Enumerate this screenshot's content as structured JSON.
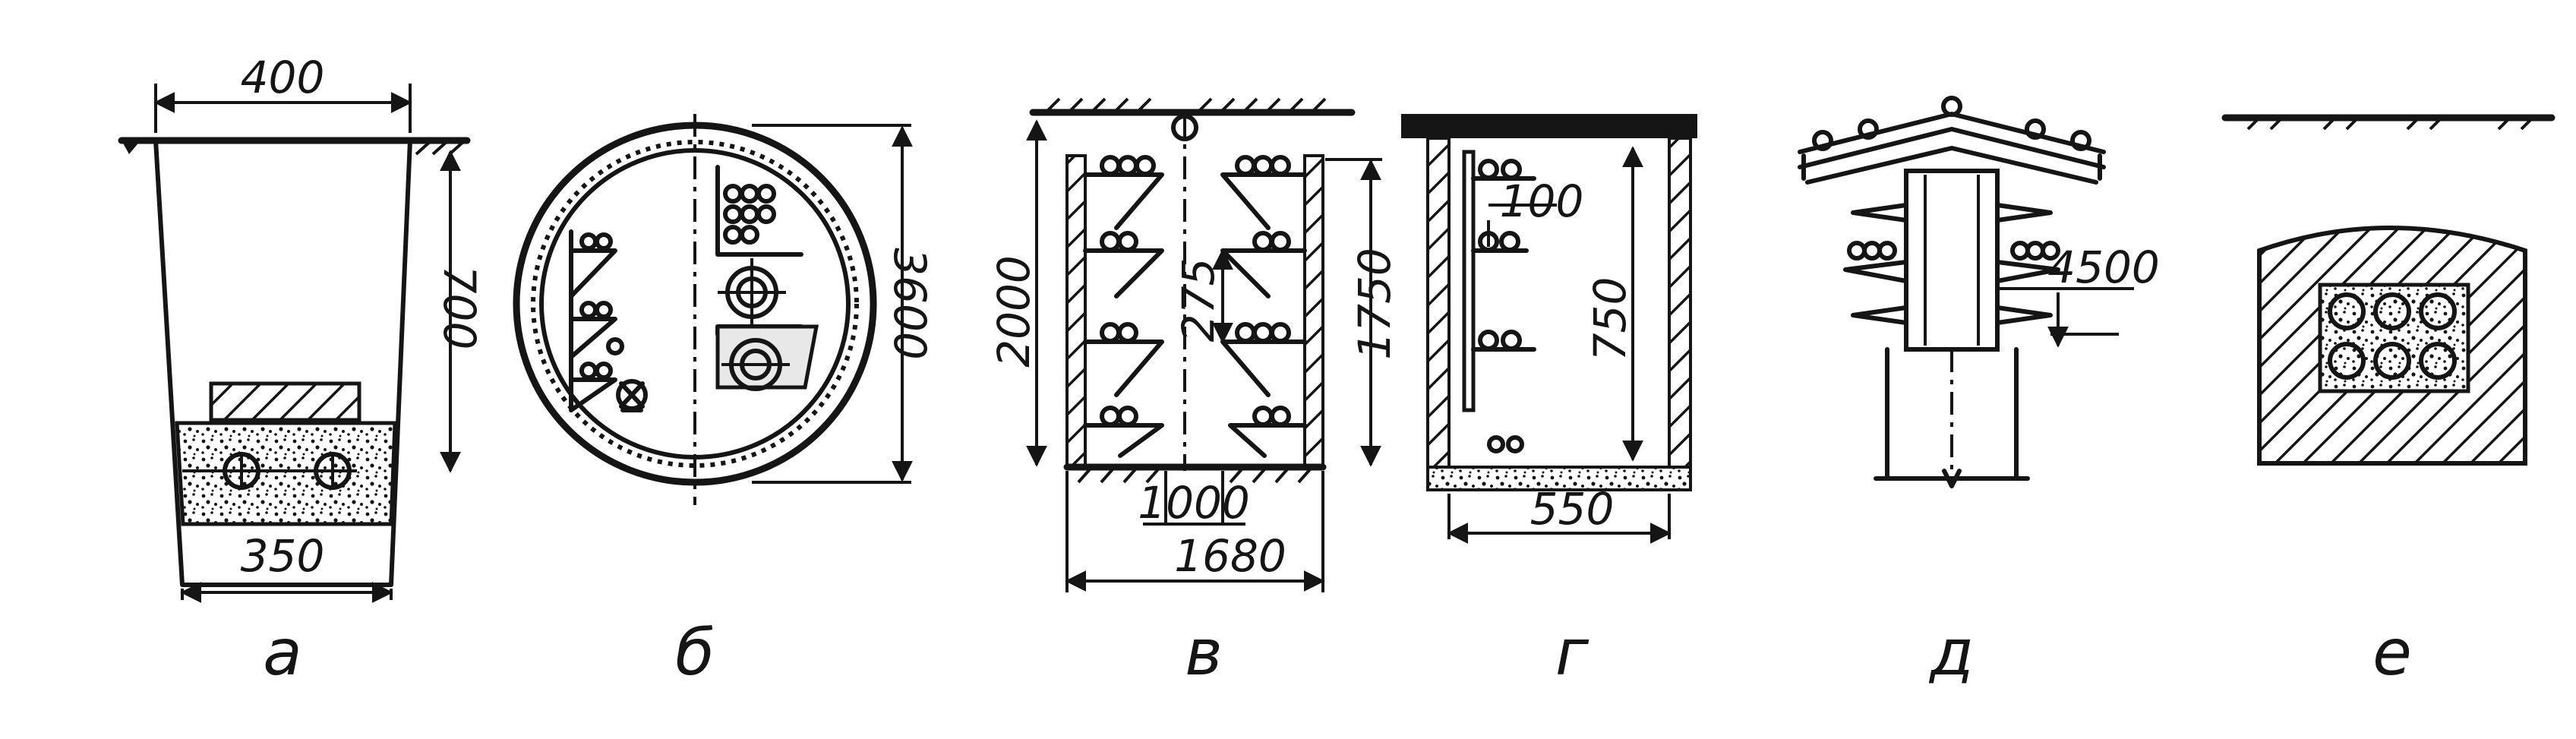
{
  "panels": [
    {
      "caption": "а",
      "dims": {
        "top_width": "400",
        "height": "700",
        "bottom_width": "350"
      }
    },
    {
      "caption": "б",
      "dims": {
        "diameter": "3600"
      }
    },
    {
      "caption": "в",
      "dims": {
        "wall_height": "2000",
        "shelf_height": "1750",
        "shelf_pitch": "275",
        "passage": "1000",
        "width": "1680"
      }
    },
    {
      "caption": "г",
      "dims": {
        "shelf_pitch": "100",
        "height": "750",
        "width": "550"
      }
    },
    {
      "caption": "д",
      "dims": {
        "height": "4500"
      }
    },
    {
      "caption": "е",
      "dims": {}
    }
  ]
}
